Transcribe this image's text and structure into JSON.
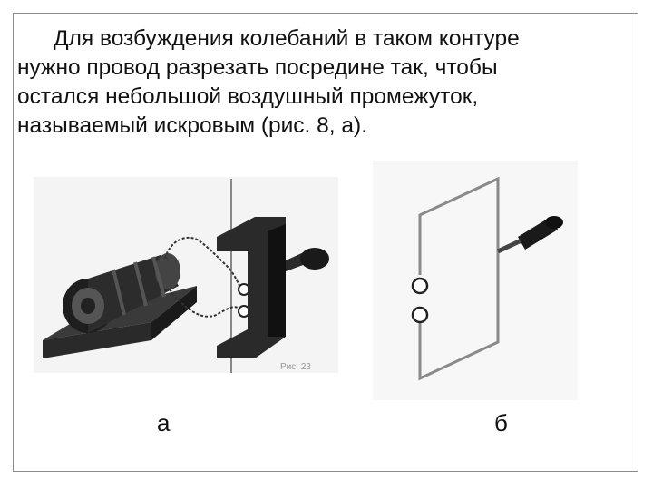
{
  "paragraph": {
    "line1": "Для возбуждения колебаний в таком контуре",
    "line2": "нужно провод разрезать посредине так, чтобы",
    "line3": "остался небольшой воздушный промежуток,",
    "line4": "называемый искровым (рис. 8, а)."
  },
  "figures": {
    "a": {
      "caption": "а",
      "icon": "induction-coil-circuit-illustration"
    },
    "b": {
      "caption": "б",
      "icon": "open-loop-circuit-illustration"
    }
  }
}
